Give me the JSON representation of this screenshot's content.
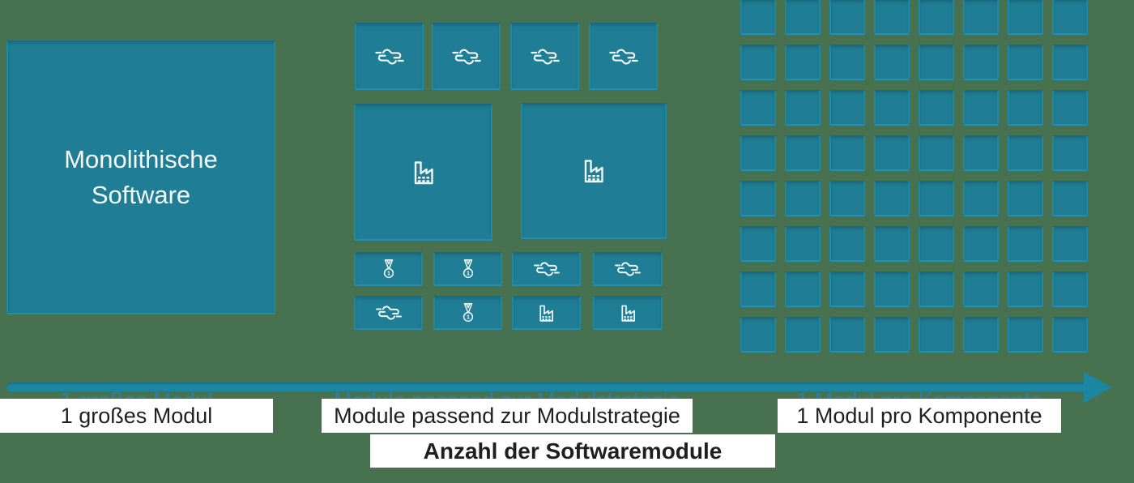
{
  "monolith": {
    "line1": "Monolithische",
    "line2": "Software"
  },
  "middle": {
    "top_row": [
      "handshake",
      "handshake",
      "handshake",
      "handshake"
    ],
    "large": [
      "factory",
      "factory"
    ],
    "row_b": [
      "medal",
      "medal",
      "handshake",
      "handshake"
    ],
    "row_c": [
      "handshake",
      "medal",
      "factory",
      "factory"
    ]
  },
  "right_grid": {
    "rows": 8,
    "cols": 8
  },
  "axis": {
    "title": "Anzahl der Softwaremodule",
    "stages": [
      {
        "label": "1 großes Modul"
      },
      {
        "label": "Module passend zur Modulstrategie"
      },
      {
        "label": "1 Modul pro Komponente"
      }
    ]
  },
  "icons": {
    "handshake": "handshake-icon",
    "factory": "factory-icon",
    "medal": "first-place-medal-icon"
  },
  "colors": {
    "background": "#48724F",
    "module_fill": "#1F7E95",
    "module_border": "#1C89A6",
    "arrow": "#1C87A3",
    "label_text": "#1F1F1F",
    "label_background": "#FFFFFF",
    "icon_stroke": "#EDF6F8",
    "ghost_text": "#2F7FA0"
  }
}
